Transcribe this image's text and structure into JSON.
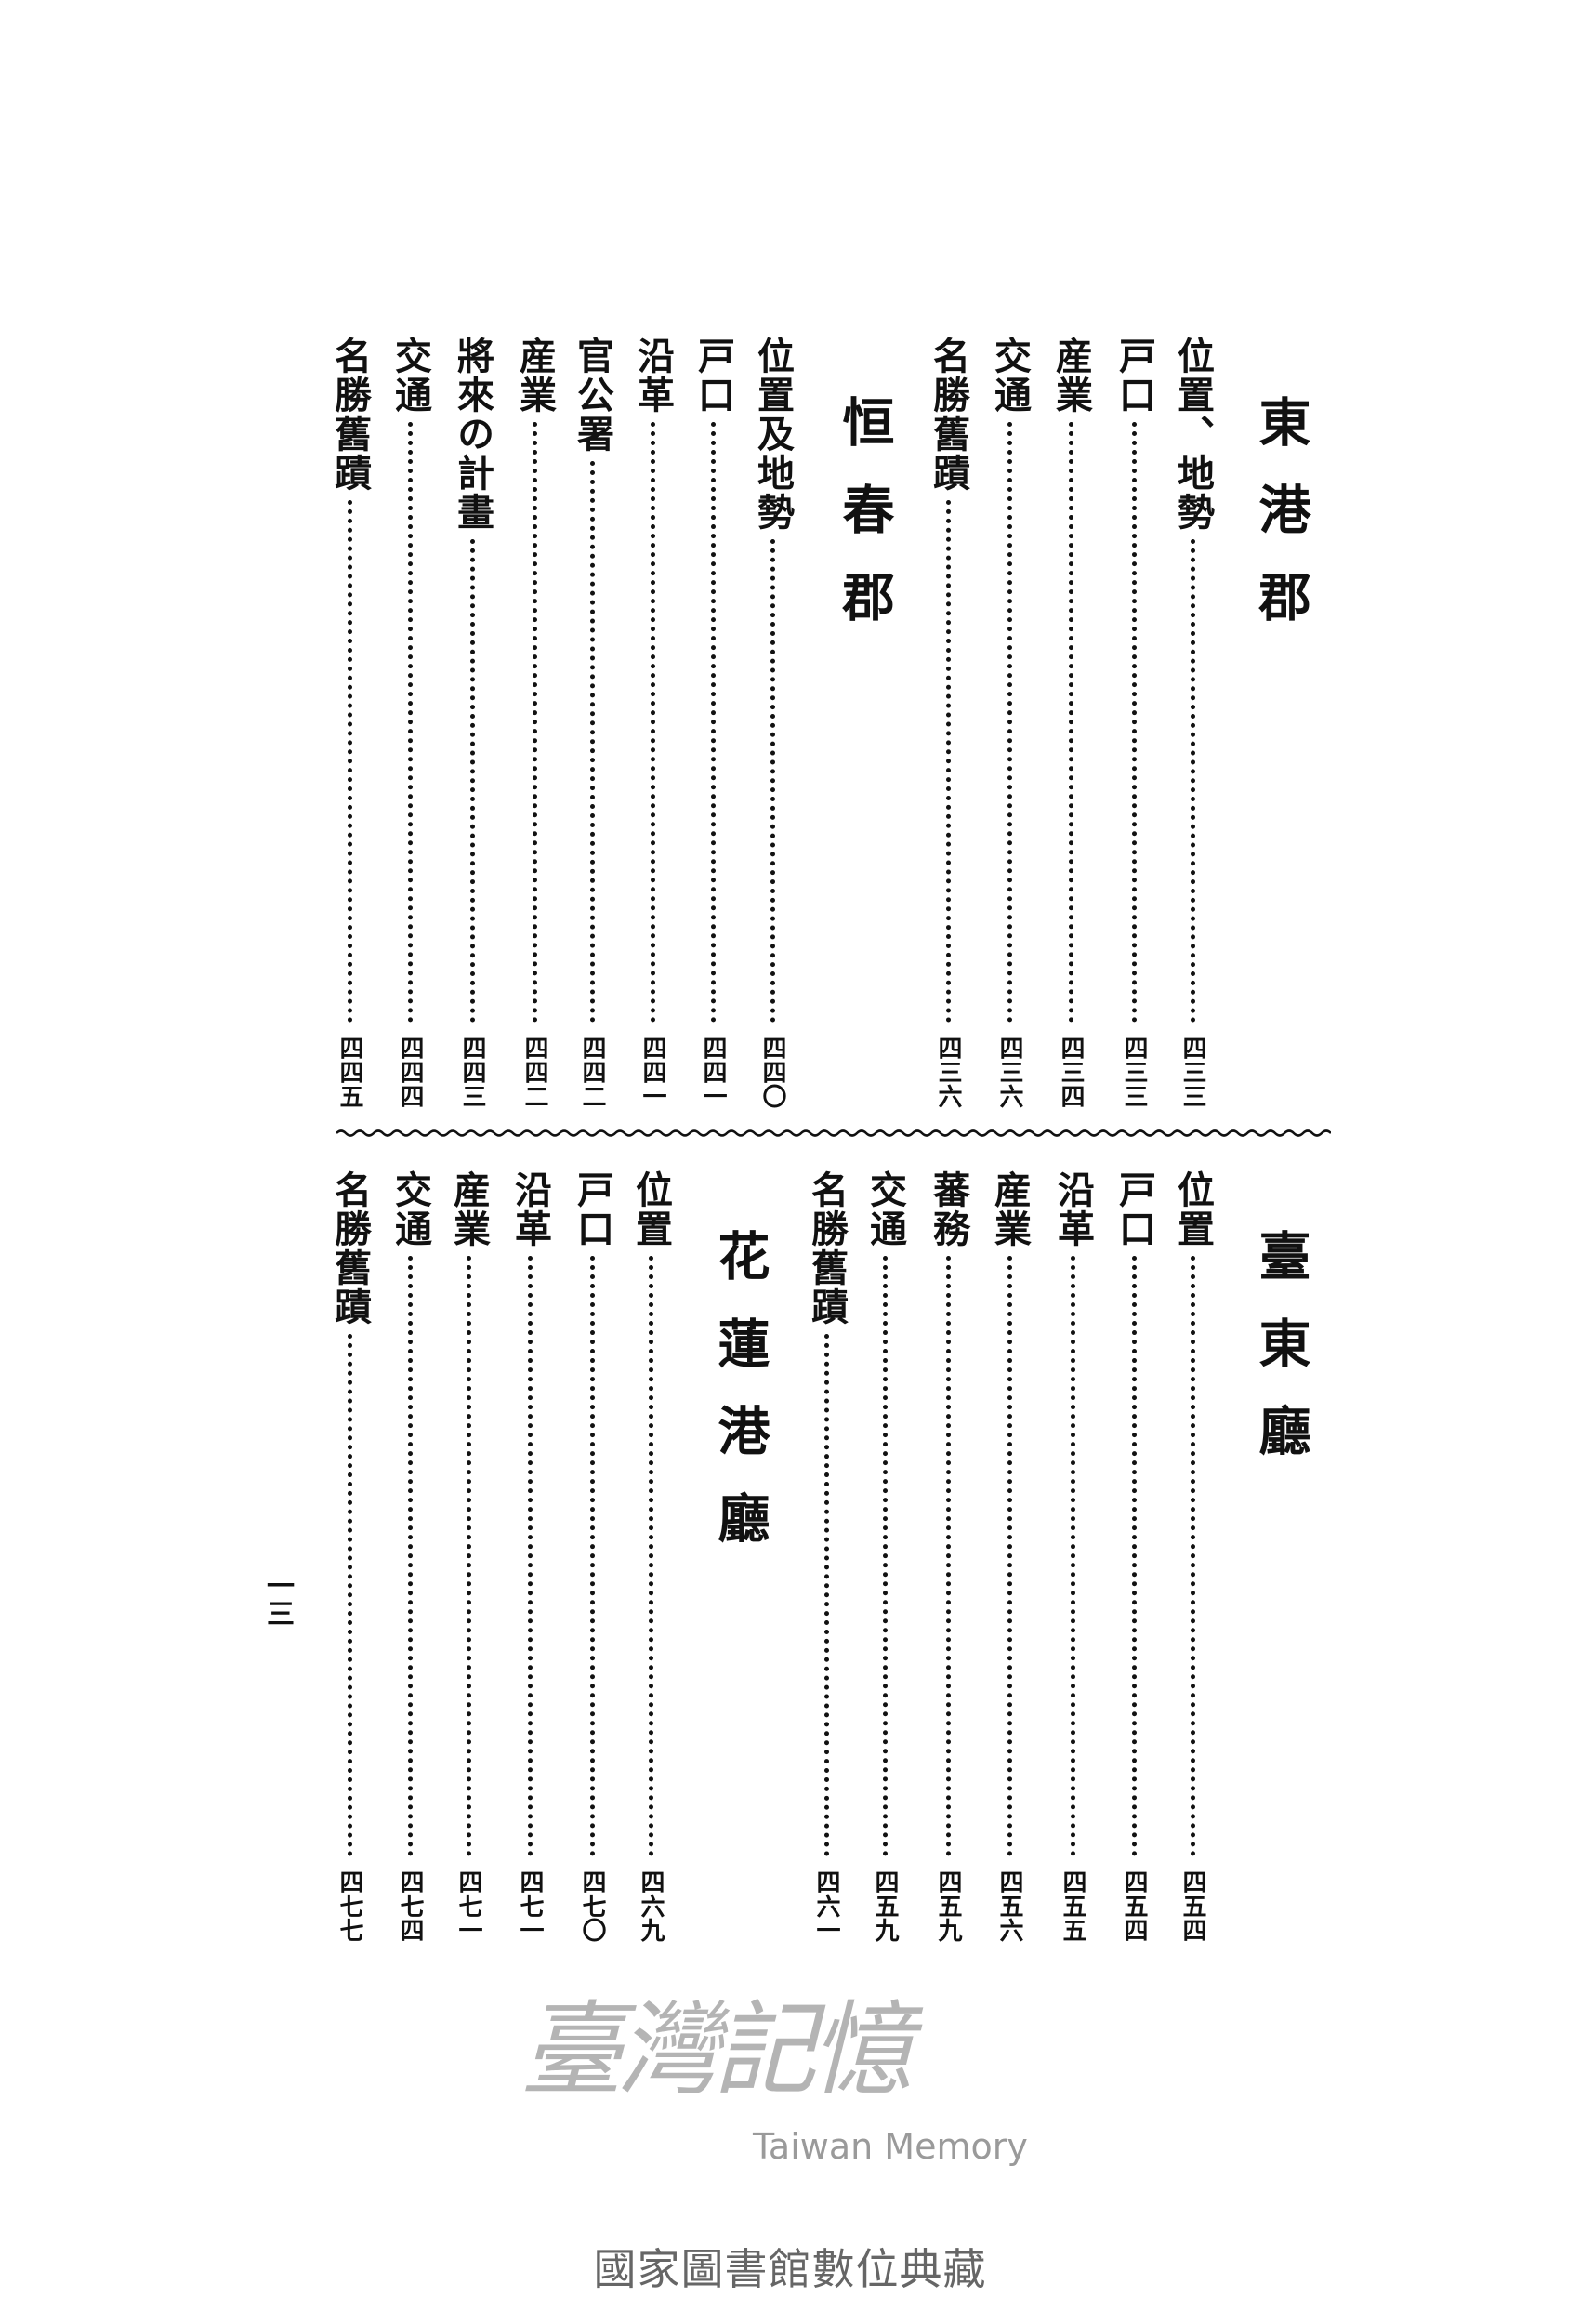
{
  "sections": [
    {
      "heading": "東港郡",
      "entries": [
        {
          "label": "位置、地勢",
          "page": "四三三"
        },
        {
          "label": "戸口",
          "page": "四三三"
        },
        {
          "label": "産業",
          "page": "四三四"
        },
        {
          "label": "交通",
          "page": "四三六"
        },
        {
          "label": "名勝舊蹟",
          "page": "四三六"
        }
      ]
    },
    {
      "heading": "恒春郡",
      "entries": [
        {
          "label": "位置及地勢",
          "page": "四四〇"
        },
        {
          "label": "戸口",
          "page": "四四一"
        },
        {
          "label": "沿革",
          "page": "四四一"
        },
        {
          "label": "官公署",
          "page": "四四二"
        },
        {
          "label": "産業",
          "page": "四四二"
        },
        {
          "label": "將來の計畫",
          "page": "四四三"
        },
        {
          "label": "交通",
          "page": "四四四"
        },
        {
          "label": "名勝舊蹟",
          "page": "四四五"
        }
      ]
    },
    {
      "heading": "臺東廳",
      "entries": [
        {
          "label": "位置",
          "page": "四五四"
        },
        {
          "label": "戸口",
          "page": "四五四"
        },
        {
          "label": "沿革",
          "page": "四五五"
        },
        {
          "label": "産業",
          "page": "四五六"
        },
        {
          "label": "蕃務",
          "page": "四五九"
        },
        {
          "label": "交通",
          "page": "四五九"
        },
        {
          "label": "名勝舊蹟",
          "page": "四六一"
        }
      ]
    },
    {
      "heading": "花蓮港廳",
      "entries": [
        {
          "label": "位置",
          "page": "四六九"
        },
        {
          "label": "戸口",
          "page": "四七〇"
        },
        {
          "label": "沿革",
          "page": "四七一"
        },
        {
          "label": "産業",
          "page": "四七一"
        },
        {
          "label": "交通",
          "page": "四七四"
        },
        {
          "label": "名勝舊蹟",
          "page": "四七七"
        }
      ]
    }
  ],
  "page_number": "一三",
  "watermark": {
    "chinese": "臺灣記憶",
    "english": "Taiwan Memory"
  },
  "footer": "國家圖書館數位典藏"
}
